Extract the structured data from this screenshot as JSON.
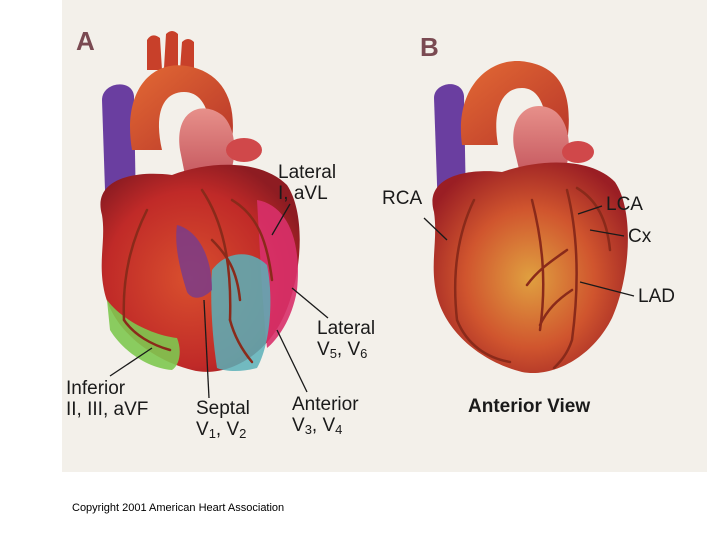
{
  "panels": {
    "a": {
      "letter": "A",
      "labels": {
        "lateral_top_1": "Lateral",
        "lateral_top_2": "I, aVL",
        "lateral_side_1": "Lateral",
        "lateral_side_2": "V",
        "lateral_side_sub1": "5",
        "lateral_side_sep": ", V",
        "lateral_side_sub2": "6",
        "inferior_1": "Inferior",
        "inferior_2": "II, III, aVF",
        "septal_1": "Septal",
        "septal_2": "V",
        "septal_sub1": "1",
        "septal_sep": ", V",
        "septal_sub2": "2",
        "anterior_1": "Anterior",
        "anterior_2": "V",
        "anterior_sub1": "3",
        "anterior_sep": ", V",
        "anterior_sub2": "4"
      }
    },
    "b": {
      "letter": "B",
      "labels": {
        "rca": "RCA",
        "lca": "LCA",
        "cx": "Cx",
        "lad": "LAD",
        "view": "Anterior View"
      }
    }
  },
  "colors": {
    "background": "#f3f0ea",
    "heart_red": "#c8322a",
    "aorta_orange": "#d95a2e",
    "vena_cava_purple": "#6a3ea0",
    "lateral_region": "#d8306a",
    "septal_region": "#7a3c8a",
    "anterior_region": "#5bb0b8",
    "inferior_region": "#7ec850"
  },
  "copyright": "Copyright 2001 American Heart Association"
}
